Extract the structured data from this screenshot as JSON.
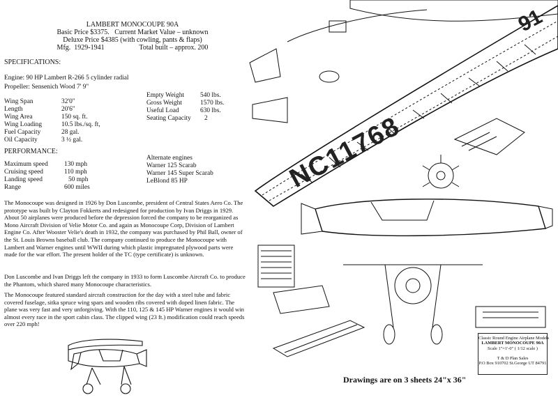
{
  "header": {
    "title": "LAMBERT MONOCOUPE 90A",
    "price_line": "Basic Price $3375.   Current Market Value – unknown",
    "deluxe_line": "Deluxe Price  $4385 (with cowling, pants & flaps)",
    "mfg_line": "Mfg.  1929-1941                    Total built – approx. 200"
  },
  "specs": {
    "heading": "SPECIFICATIONS:",
    "engine": "Engine:  90 HP Lambert  R-266  5 cylinder radial",
    "propeller": "Propeller:  Sensenich Wood  7' 9\"",
    "left_labels": [
      "Wing Span",
      "Length",
      "Wing Area",
      "Wing Loading",
      "Fuel Capacity",
      "Oil Capacity"
    ],
    "left_values": [
      "32'0\"",
      "20'6\"",
      "150 sq. ft.",
      "10.5 lbs./sq. ft,",
      "28 gal.",
      "3 ½ gal."
    ],
    "right_labels": [
      "Empty Weight",
      "Gross Weight",
      "Useful Load",
      "Seating Capacity"
    ],
    "right_values": [
      "540 lbs.",
      "1570 lbs.",
      "630 lbs.",
      "2"
    ]
  },
  "performance": {
    "heading": "PERFORMANCE:",
    "labels": [
      "Maximum speed",
      "Cruising speed",
      "Landing speed",
      "Range"
    ],
    "values": [
      "130 mph",
      "110 mph",
      "50 mph",
      "600 miles"
    ],
    "engines": [
      "Alternate engines",
      "Warner 125 Scarab",
      "Warner 145 Super Scarab",
      "LeBlond 85 HP"
    ]
  },
  "paragraphs": [
    "The Monocoupe was designed in 1926 by Don Luscombe,  president of Central States Aero Co.  The prototype was built by Clayton Fokkerts and redesigned for production by Ivan Driggs in 1929.  About 50 airplanes were produced before the depression forced the company to be reorganized as Mono Aircraft Division of Velie Motor Co. and again as Monocoupe Corp, Division of Lambert Engine Co. After Wooster Velie's death in 1932, the company was purchased by Phil Ball, owner of the St. Louis Browns baseball club. The company continued to produce the Monocoupe with Lambert and Warner engines until WWII during which plastic impregnated plywood parts were made for the war effort.  The present holder of the TC (type certificate) is unknown.",
    "Don Luscombe and Ivan Driggs left the company in 1933 to form Luscombe Aircraft Co. to produce the Phantom, which shared many Monocoupe characteristics.",
    "The Monocoupe featured standard aircraft construction for the day with a steel tube and fabric covered fuselage, sitka spruce wing spars and wooden ribs covered with doped linen fabric.  The plane was very fast and very unforgiving. With the 110, 125 & 145 HP Warner engines it would win almost every race in the sport cabin class. The clipped wing (23 ft.) modification could reach speeds over 220 mph!"
  ],
  "drawing": {
    "registration": "NC11768",
    "tail_number": "91",
    "caption": "Drawings are on 3 sheets 24\"x 36\"",
    "titleblock": [
      "Classic Round Engine Airplane Models",
      "LAMBERT MONOCOUPE 90A",
      "Scale 1\"=1'-0\" ( 1/12 scale )",
      "",
      "T & D Plan Sales",
      "P.O Box 910702  St.George UT 84791"
    ]
  }
}
